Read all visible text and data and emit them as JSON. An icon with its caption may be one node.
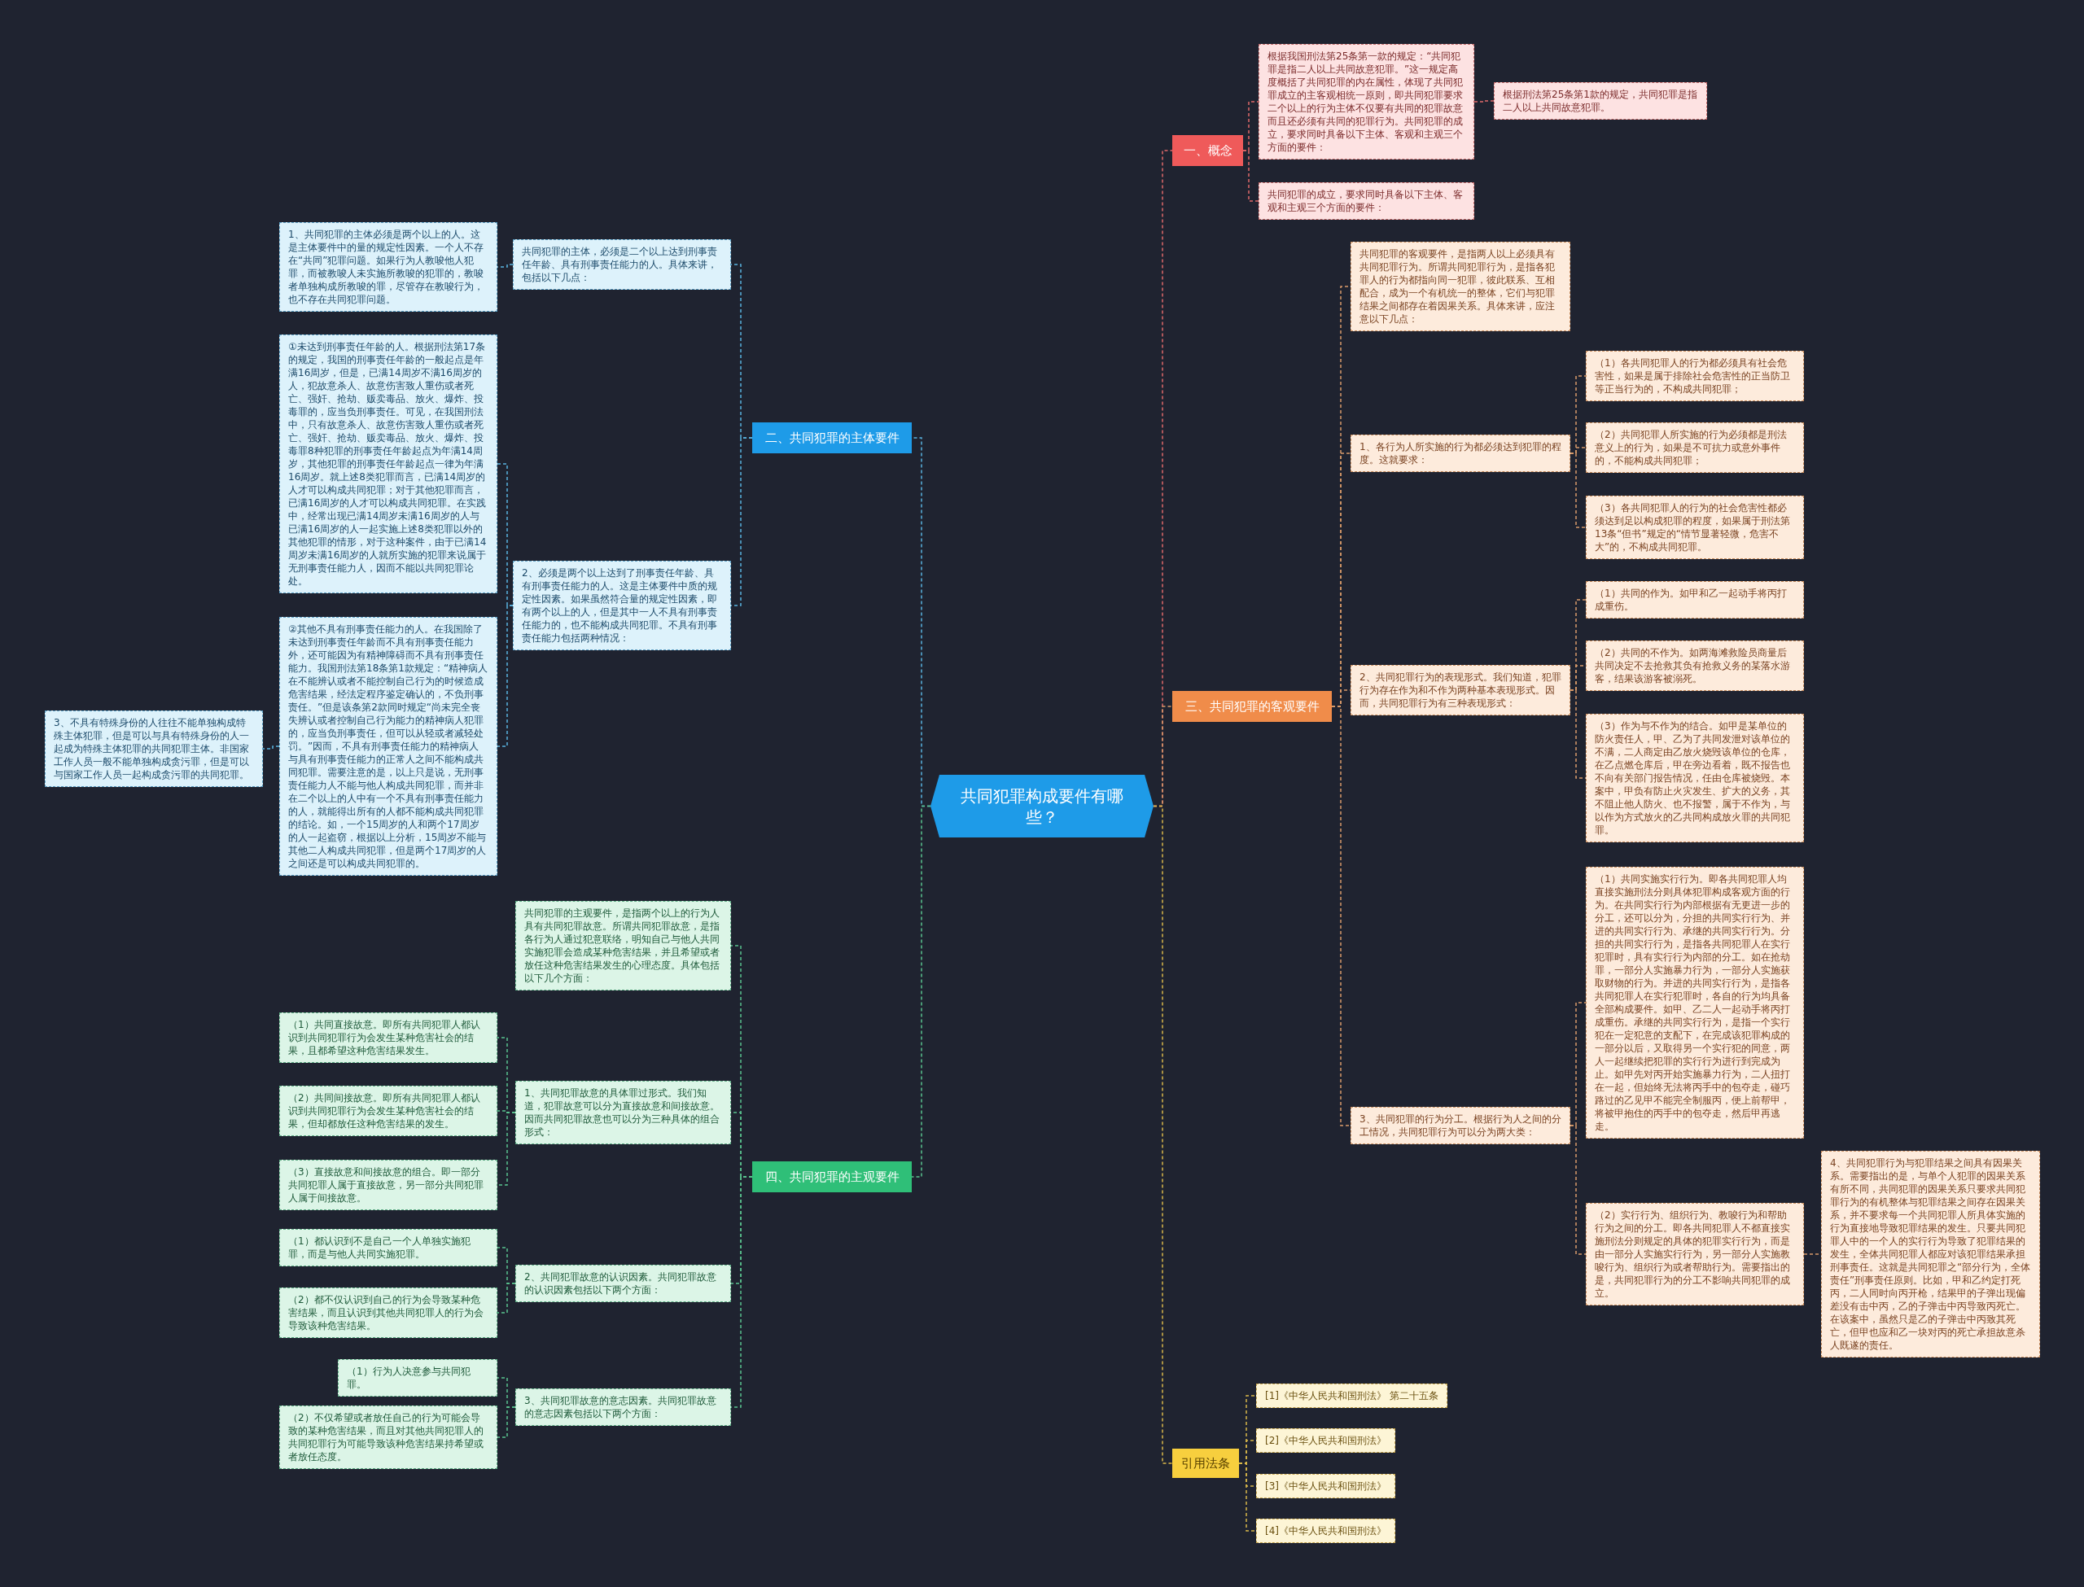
{
  "diagram": {
    "nodes": [
      {
        "text": [
          "共同犯罪构成要件有哪些？"
        ]
      },
      {
        "text": [
          "一、概念"
        ]
      },
      {
        "text": [
          "根据我国刑法第25条第一款的规定：“共同犯罪是指二人以上共同故意犯罪。”这一规定高度概括了共同犯罪的内在属性，体现了共同犯罪成立的主客观相统一原则，即共同犯罪要求二个以上的行为主体不仅要有共同的犯罪故意而且还必须有共同的犯罪行为。共同犯罪的成立，要求同时具备以下主体、客观和主观三个方面的要件："
        ]
      },
      {
        "text": [
          "根据刑法第25条第1款的规定，共同犯罪是指二人以上共同故意犯罪。"
        ]
      },
      {
        "text": [
          "共同犯罪的成立，要求同时具备以下主体、客观和主观三个方面的要件："
        ]
      },
      {
        "text": [
          "三、共同犯罪的客观要件"
        ]
      },
      {
        "text": [
          "共同犯罪的客观要件，是指两人以上必须具有共同犯罪行为。所谓共同犯罪行为，是指各犯罪人的行为都指向同一犯罪，彼此联系、互相配合，成为一个有机统一的整体，它们与犯罪结果之间都存在着因果关系。具体来讲，应注意以下几点："
        ]
      },
      {
        "text": [
          "1、各行为人所实施的行为都必须达到犯罪的程度。这就要求："
        ]
      },
      {
        "text": [
          "（1）各共同犯罪人的行为都必须具有社会危害性，如果是属于排除社会危害性的正当防卫等正当行为的，不构成共同犯罪；"
        ]
      },
      {
        "text": [
          "（2）共同犯罪人所实施的行为必须都是刑法意义上的行为，如果是不可抗力或意外事件的，不能构成共同犯罪；"
        ]
      },
      {
        "text": [
          "（3）各共同犯罪人的行为的社会危害性都必须达到足以构成犯罪的程度，如果属于刑法第13条“但书”规定的“情节显著轻微，危害不大”的，不构成共同犯罪。"
        ]
      },
      {
        "text": [
          "2、共同犯罪行为的表现形式。我们知道，犯罪行为存在作为和不作为两种基本表现形式。因而，共同犯罪行为有三种表现形式："
        ]
      },
      {
        "text": [
          "（1）共同的作为。如甲和乙一起动手将丙打成重伤。"
        ]
      },
      {
        "text": [
          "（2）共同的不作为。如两海滩救险员商量后共同决定不去抢救其负有抢救义务的某落水游客，结果该游客被溺死。"
        ]
      },
      {
        "text": [
          "（3）作为与不作为的结合。如甲是某单位的防火责任人，甲、乙为了共同发泄对该单位的不满，二人商定由乙放火烧毁该单位的仓库，在乙点燃仓库后，甲在旁边看着，既不报告也不向有关部门报告情况，任由仓库被烧毁。本案中，甲负有防止火灾发生、扩大的义务，其不阻止他人防火、也不报警，属于不作为，与以作为方式放火的乙共同构成放火罪的共同犯罪。"
        ]
      },
      {
        "text": [
          "3、共同犯罪的行为分工。根据行为人之间的分工情况，共同犯罪行为可以分为两大类："
        ]
      },
      {
        "text": [
          "（1）共同实施实行行为。即各共同犯罪人均直接实施刑法分则具体犯罪构成客观方面的行为。在共同实行行为内部根据有无更进一步的分工，还可以分为，分担的共同实行行为、并进的共同实行行为、承继的共同实行行为。分担的共同实行行为，是指各共同犯罪人在实行犯罪时，具有实行行为内部的分工。如在抢劫罪，一部分人实施暴力行为，一部分人实施获取财物的行为。并进的共同实行行为，是指各共同犯罪人在实行犯罪时，各自的行为均具备全部构成要件。如甲、乙二人一起动手将丙打成重伤。承继的共同实行行为，是指一个实行犯在一定犯意的支配下，在完成该犯罪构成的一部分以后，又取得另一个实行犯的同意，两人一起继续把犯罪的实行行为进行到完成为止。如甲先对丙开始实施暴力行为，二人扭打在一起，但始终无法将丙手中的包夺走，碰巧路过的乙见甲不能完全制服丙，便上前帮甲，将被甲抱住的丙手中的包夺走，然后甲再逃走。"
        ]
      },
      {
        "text": [
          "（2）实行行为、组织行为、教唆行为和帮助行为之间的分工。即各共同犯罪人不都直接实施刑法分则规定的具体的犯罪实行行为，而是由一部分人实施实行行为，另一部分人实施教唆行为、组织行为或者帮助行为。需要指出的是，共同犯罪行为的分工不影响共同犯罪的成立。"
        ]
      },
      {
        "text": [
          "4、共同犯罪行为与犯罪结果之间具有因果关系。需要指出的是，与单个人犯罪的因果关系有所不同，共同犯罪的因果关系只要求共同犯罪行为的有机整体与犯罪结果之间存在因果关系，并不要求每一个共同犯罪人所具体实施的行为直接地导致犯罪结果的发生。只要共同犯罪人中的一个人的实行行为导致了犯罪结果的发生，全体共同犯罪人都应对该犯罪结果承担刑事责任。这就是共同犯罪之“部分行为，全体责任”刑事责任原则。比如，甲和乙约定打死丙，二人同时向丙开枪，结果甲的子弹出现偏差没有击中丙，乙的子弹击中丙导致丙死亡。在该案中，虽然只是乙的子弹击中丙致其死亡，但甲也应和乙一块对丙的死亡承担故意杀人既遂的责任。"
        ]
      },
      {
        "text": [
          "引用法条"
        ]
      },
      {
        "text": [
          "[1]《中华人民共和国刑法》 第二十五条"
        ]
      },
      {
        "text": [
          "[2]《中华人民共和国刑法》"
        ]
      },
      {
        "text": [
          "[3]《中华人民共和国刑法》"
        ]
      },
      {
        "text": [
          "[4]《中华人民共和国刑法》"
        ]
      },
      {
        "text": [
          "二、共同犯罪的主体要件"
        ]
      },
      {
        "text": [
          "共同犯罪的主体，必须是二个以上达到刑事责任年龄、具有刑事责任能力的人。具体来讲，包括以下几点："
        ]
      },
      {
        "text": [
          "1、共同犯罪的主体必须是两个以上的人。这是主体要件中的量的规定性因素。一个人不存在“共同”犯罪问题。如果行为人教唆他人犯罪，而被教唆人未实施所教唆的犯罪的，教唆者单独构成所教唆的罪，尽管存在教唆行为，也不存在共同犯罪问题。"
        ]
      },
      {
        "text": [
          "2、必须是两个以上达到了刑事责任年龄、具有刑事责任能力的人。这是主体要件中质的规定性因素。如果虽然符合量的规定性因素，即有两个以上的人，但是其中一人不具有刑事责任能力的，也不能构成共同犯罪。不具有刑事责任能力包括两种情况："
        ]
      },
      {
        "text": [
          "①未达到刑事责任年龄的人。根据刑法第17条的规定，我国的刑事责任年龄的一般起点是年满16周岁，但是，已满14周岁不满16周岁的人，犯故意杀人、故意伤害致人重伤或者死亡、强奸、抢劫、贩卖毒品、放火、爆炸、投毒罪的，应当负刑事责任。可见，在我国刑法中，只有故意杀人、故意伤害致人重伤或者死亡、强奸、抢劫、贩卖毒品、放火、爆炸、投毒罪8种犯罪的刑事责任年龄起点为年满14周岁，其他犯罪的刑事责任年龄起点一律为年满16周岁。就上述8类犯罪而言，已满14周岁的人才可以构成共同犯罪；对于其他犯罪而言，已满16周岁的人才可以构成共同犯罪。在实践中，经常出现已满14周岁未满16周岁的人与已满16周岁的人一起实施上述8类犯罪以外的其他犯罪的情形，对于这种案件，由于已满14周岁未满16周岁的人就所实施的犯罪来说属于无刑事责任能力人，因而不能以共同犯罪论处。"
        ]
      },
      {
        "text": [
          "②其他不具有刑事责任能力的人。在我国除了未达到刑事责任年龄而不具有刑事责任能力外，还可能因为有精神障碍而不具有刑事责任能力。我国刑法第18条第1款规定：“精神病人在不能辨认或者不能控制自己行为的时候造成危害结果，经法定程序鉴定确认的，不负刑事责任。”但是该条第2款同时规定“尚未完全丧失辨认或者控制自己行为能力的精神病人犯罪的，应当负刑事责任，但可以从轻或者减轻处罚。”因而，不具有刑事责任能力的精神病人与具有刑事责任能力的正常人之间不能构成共同犯罪。需要注意的是，以上只是说，无刑事责任能力人不能与他人构成共同犯罪，而并非在二个以上的人中有一个不具有刑事责任能力的人，就能得出所有的人都不能构成共同犯罪的结论。如，一个15周岁的人和两个17周岁的人一起盗窃，根据以上分析，15周岁不能与其他二人构成共同犯罪，但是两个17周岁的人之间还是可以构成共同犯罪的。"
        ]
      },
      {
        "text": [
          "3、不具有特殊身份的人往往不能单独构成特殊主体犯罪，但是可以与具有特殊身份的人一起成为特殊主体犯罪的共同犯罪主体。非国家工作人员一般不能单独构成贪污罪，但是可以与国家工作人员一起构成贪污罪的共同犯罪。"
        ]
      },
      {
        "text": [
          "四、共同犯罪的主观要件"
        ]
      },
      {
        "text": [
          "共同犯罪的主观要件，是指两个以上的行为人具有共同犯罪故意。所谓共同犯罪故意，是指各行为人通过犯意联络，明知自己与他人共同实施犯罪会造成某种危害结果，并且希望或者放任这种危害结果发生的心理态度。具体包括以下几个方面："
        ]
      },
      {
        "text": [
          "1、共同犯罪故意的具体罪过形式。我们知道，犯罪故意可以分为直接故意和间接故意。因而共同犯罪故意也可以分为三种具体的组合形式："
        ]
      },
      {
        "text": [
          "（1）共同直接故意。即所有共同犯罪人都认识到共同犯罪行为会发生某种危害社会的结果，且都希望这种危害结果发生。"
        ]
      },
      {
        "text": [
          "（2）共同间接故意。即所有共同犯罪人都认识到共同犯罪行为会发生某种危害社会的结果，但却都放任这种危害结果的发生。"
        ]
      },
      {
        "text": [
          "（3）直接故意和间接故意的组合。即一部分共同犯罪人属于直接故意，另一部分共同犯罪人属于间接故意。"
        ]
      },
      {
        "text": [
          "2、共同犯罪故意的认识因素。共同犯罪故意的认识因素包括以下两个方面："
        ]
      },
      {
        "text": [
          "（1）都认识到不是自己一个人单独实施犯罪，而是与他人共同实施犯罪。"
        ]
      },
      {
        "text": [
          "（2）都不仅认识到自己的行为会导致某种危害结果，而且认识到其他共同犯罪人的行为会导致该种危害结果。"
        ]
      },
      {
        "text": [
          "3、共同犯罪故意的意志因素。共同犯罪故意的意志因素包括以下两个方面："
        ]
      },
      {
        "text": [
          "（1）行为人决意参与共同犯罪。"
        ]
      },
      {
        "text": [
          "（2）不仅希望或者放任自己的行为可能会导致的某种危害结果，而且对其他共同犯罪人的共同犯罪行为可能导致该种危害结果持希望或者放任态度。"
        ]
      }
    ],
    "edges": [
      {
        "from": 0,
        "to": 1,
        "arrow": "none",
        "color": "#e06a6a"
      },
      {
        "from": 1,
        "to": 2,
        "arrow": "none",
        "color": "#e06a6a"
      },
      {
        "from": 2,
        "to": 3,
        "arrow": "none",
        "color": "#e06a6a"
      },
      {
        "from": 1,
        "to": 4,
        "arrow": "none",
        "color": "#e06a6a"
      },
      {
        "from": 0,
        "to": 5,
        "arrow": "none",
        "color": "#d99a6a"
      },
      {
        "from": 5,
        "to": 6,
        "arrow": "none",
        "color": "#d99a6a"
      },
      {
        "from": 5,
        "to": 7,
        "arrow": "none",
        "color": "#d99a6a"
      },
      {
        "from": 7,
        "to": 8,
        "arrow": "none",
        "color": "#d99a6a"
      },
      {
        "from": 7,
        "to": 9,
        "arrow": "none",
        "color": "#d99a6a"
      },
      {
        "from": 7,
        "to": 10,
        "arrow": "none",
        "color": "#d99a6a"
      },
      {
        "from": 5,
        "to": 11,
        "arrow": "none",
        "color": "#d99a6a"
      },
      {
        "from": 11,
        "to": 12,
        "arrow": "none",
        "color": "#d99a6a"
      },
      {
        "from": 11,
        "to": 13,
        "arrow": "none",
        "color": "#d99a6a"
      },
      {
        "from": 11,
        "to": 14,
        "arrow": "none",
        "color": "#d99a6a"
      },
      {
        "from": 5,
        "to": 15,
        "arrow": "none",
        "color": "#d99a6a"
      },
      {
        "from": 15,
        "to": 16,
        "arrow": "none",
        "color": "#d99a6a"
      },
      {
        "from": 15,
        "to": 17,
        "arrow": "none",
        "color": "#d99a6a"
      },
      {
        "from": 17,
        "to": 18,
        "arrow": "none",
        "color": "#d99a6a"
      },
      {
        "from": 0,
        "to": 19,
        "arrow": "none",
        "color": "#d9b84a"
      },
      {
        "from": 19,
        "to": 20,
        "arrow": "none",
        "color": "#d9b84a"
      },
      {
        "from": 19,
        "to": 21,
        "arrow": "none",
        "color": "#d9b84a"
      },
      {
        "from": 19,
        "to": 22,
        "arrow": "none",
        "color": "#d9b84a"
      },
      {
        "from": 19,
        "to": 23,
        "arrow": "none",
        "color": "#d9b84a"
      },
      {
        "from": 0,
        "to": 24,
        "arrow": "none",
        "color": "#5ab4e0"
      },
      {
        "from": 24,
        "to": 25,
        "arrow": "none",
        "color": "#5ab4e0"
      },
      {
        "from": 25,
        "to": 26,
        "arrow": "none",
        "color": "#5ab4e0"
      },
      {
        "from": 24,
        "to": 27,
        "arrow": "none",
        "color": "#5ab4e0"
      },
      {
        "from": 27,
        "to": 28,
        "arrow": "none",
        "color": "#5ab4e0"
      },
      {
        "from": 27,
        "to": 29,
        "arrow": "none",
        "color": "#5ab4e0"
      },
      {
        "from": 29,
        "to": 30,
        "arrow": "none",
        "color": "#5ab4e0"
      },
      {
        "from": 0,
        "to": 31,
        "arrow": "none",
        "color": "#5ac48e"
      },
      {
        "from": 31,
        "to": 32,
        "arrow": "none",
        "color": "#5ac48e"
      },
      {
        "from": 31,
        "to": 33,
        "arrow": "none",
        "color": "#5ac48e"
      },
      {
        "from": 33,
        "to": 34,
        "arrow": "none",
        "color": "#5ac48e"
      },
      {
        "from": 33,
        "to": 35,
        "arrow": "none",
        "color": "#5ac48e"
      },
      {
        "from": 33,
        "to": 36,
        "arrow": "none",
        "color": "#5ac48e"
      },
      {
        "from": 31,
        "to": 37,
        "arrow": "none",
        "color": "#5ac48e"
      },
      {
        "from": 37,
        "to": 38,
        "arrow": "none",
        "color": "#5ac48e"
      },
      {
        "from": 37,
        "to": 39,
        "arrow": "none",
        "color": "#5ac48e"
      },
      {
        "from": 31,
        "to": 40,
        "arrow": "none",
        "color": "#5ac48e"
      },
      {
        "from": 40,
        "to": 41,
        "arrow": "none",
        "color": "#5ac48e"
      },
      {
        "from": 40,
        "to": 42,
        "arrow": "none",
        "color": "#5ac48e"
      }
    ]
  }
}
